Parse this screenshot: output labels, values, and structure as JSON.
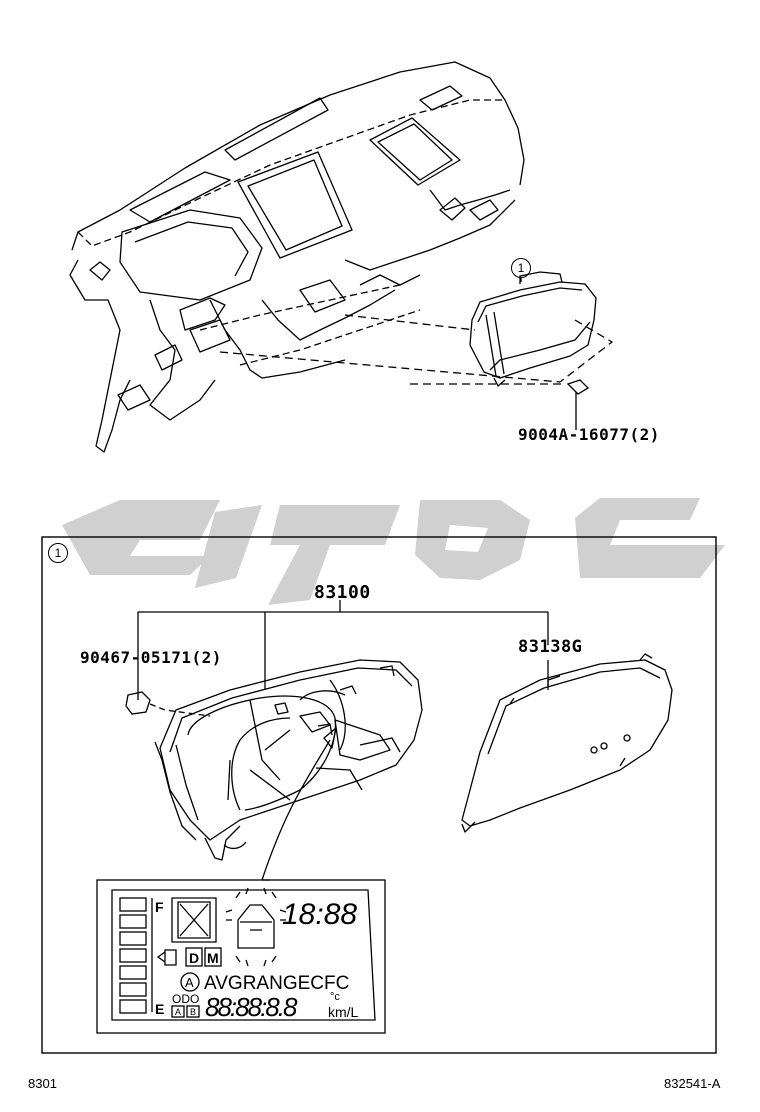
{
  "callouts": {
    "ref_circle_top": "1",
    "ref_circle_box": "1",
    "screw_part": "9004A-16077(2)",
    "assembly_part": "83100",
    "bulb_part": "90467-05171(2)",
    "lens_part": "83138G"
  },
  "lcd": {
    "fuel_full": "F",
    "fuel_empty": "E",
    "clock": "18:88",
    "gear_d": "D",
    "gear_m": "M",
    "circle_a": "A",
    "modes": "AVGRANGECFC",
    "odo": "ODO",
    "trip_a": "A",
    "trip_b": "B",
    "digits": "88:88:8.8",
    "unit_temp": "°c",
    "unit_fuel": "km/L"
  },
  "footer": {
    "left_code": "8301",
    "right_code": "832541-A"
  }
}
